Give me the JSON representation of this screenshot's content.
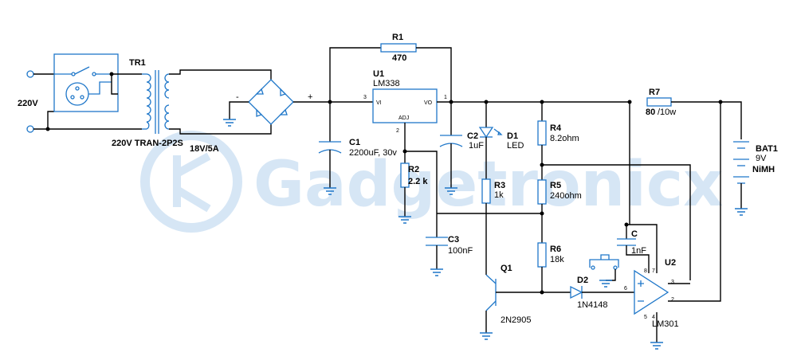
{
  "watermark": "Gadgetronicx",
  "labels": {
    "mains": "220V",
    "tr1_name": "TR1",
    "tr1_value": "220V TRAN-2P2S",
    "secondary": "18V/5A",
    "r1_name": "R1",
    "r1_value": "470",
    "u1_name": "U1",
    "u1_value": "LM338",
    "u1_vi": "VI",
    "u1_vo": "VO",
    "u1_adj": "ADJ",
    "c1_name": "C1",
    "c1_value": "2200uF, 30v",
    "r2_name": "R2",
    "r2_value": "2.2 k",
    "c2_name": "C2",
    "c2_value": "1uF",
    "d1_name": "D1",
    "d1_value": "LED",
    "r3_name": "R3",
    "r3_value": "1k",
    "c3_name": "C3",
    "c3_value": "100nF",
    "q1_name": "Q1",
    "q1_value": "2N2905",
    "r4_name": "R4",
    "r4_value": "8.2ohm",
    "r5_name": "R5",
    "r5_value": "240ohm",
    "r6_name": "R6",
    "r6_value": "18k",
    "c_name": "C",
    "c_value": "1nF",
    "d2_name": "D2",
    "d2_value": "1N4148",
    "u2_name": "U2",
    "u2_value": "LM301",
    "r7_name": "R7",
    "r7_value": "80",
    "r7_power": "/10w",
    "bat_name": "BAT1",
    "bat_voltage": "9V",
    "bat_type": "NiMH",
    "bridge_minus": "-",
    "bridge_plus": "+"
  },
  "pins": {
    "u1_in": "3",
    "u1_out": "1",
    "u1_adj": "2",
    "u2_p8": "8",
    "u2_p7": "7",
    "u2_p6": "6",
    "u2_p3": "3",
    "u2_p2": "2",
    "u2_p5": "5",
    "u2_p4": "4"
  }
}
